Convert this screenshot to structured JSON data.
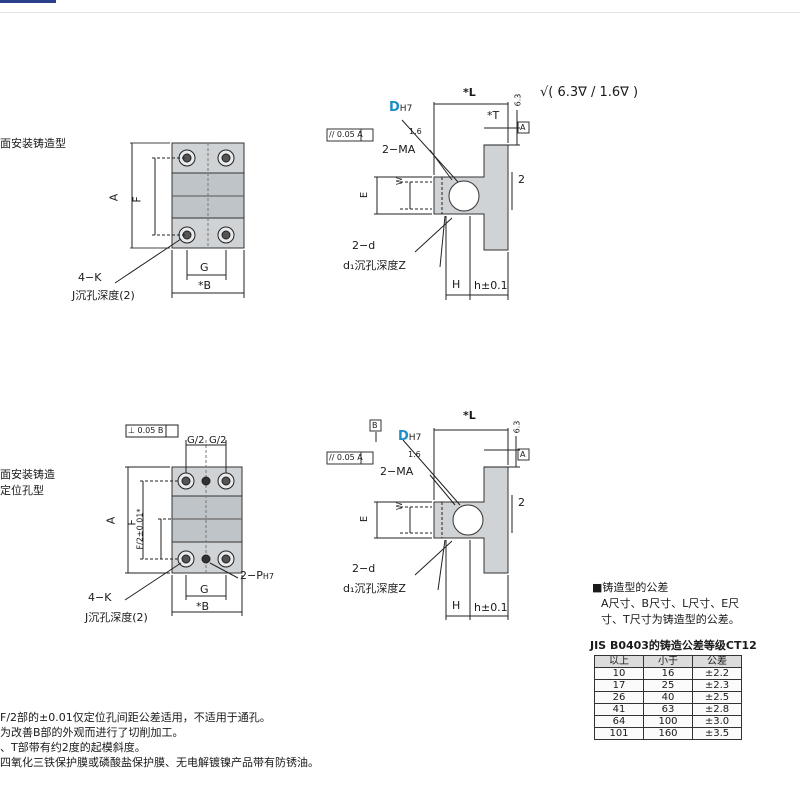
{
  "header": {
    "corner_mark": "ˇ"
  },
  "section1": {
    "title": "面安装铸造型",
    "front": {
      "A": "A",
      "F": "F",
      "G": "G",
      "B": "*B",
      "holes": "4−K",
      "counterbore": "J沉孔深度(2)"
    },
    "side": {
      "D": "D",
      "D_tol": "H7",
      "L": "*L",
      "T": "*T",
      "T_tol": "6.3",
      "flatness": "// 0.05 A",
      "datum": "A",
      "roughness": "1.6",
      "mount": "2−MA",
      "E": "E",
      "W": "W",
      "angle": "2",
      "d": "2−d",
      "d1": "d₁沉孔深度Z",
      "H": "H",
      "h": "h±0.1"
    },
    "surface_finish": "√( 6.3∇ / 1.6∇ )"
  },
  "section2": {
    "title_line1": "面安装铸造",
    "title_line2": "定位孔型",
    "front": {
      "perp": "⊥ 0.05 B",
      "G2a": "G/2",
      "G2b": "G/2",
      "A": "A",
      "F": "F",
      "F2": "F/2±0.01*",
      "G": "G",
      "B": "*B",
      "P": "2−P",
      "P_tol": "H7",
      "holes": "4−K",
      "counterbore": "J沉孔深度(2)"
    },
    "side": {
      "datumB": "B",
      "D": "D",
      "D_tol": "H7",
      "L": "*L",
      "T_tol": "6.3",
      "flatness": "// 0.05 A",
      "datum": "A",
      "roughness": "1.6",
      "mount": "2−MA",
      "E": "E",
      "W": "W",
      "angle": "2",
      "d": "2−d",
      "d1": "d₁沉孔深度Z",
      "H": "H",
      "h": "h±0.1"
    }
  },
  "tolerance": {
    "heading": "■铸造型的公差",
    "desc1": "A尺寸、B尺寸、L尺寸、E尺",
    "desc2": "寸、T尺寸为铸造型的公差。",
    "standard": "JIS B0403的铸造公差等级CT12",
    "columns": [
      "以上",
      "小于",
      "公差"
    ],
    "rows": [
      [
        "10",
        "16",
        "±2.2"
      ],
      [
        "17",
        "25",
        "±2.3"
      ],
      [
        "26",
        "40",
        "±2.5"
      ],
      [
        "41",
        "63",
        "±2.8"
      ],
      [
        "64",
        "100",
        "±3.0"
      ],
      [
        "101",
        "160",
        "±3.5"
      ]
    ]
  },
  "notes": [
    "F/2部的±0.01仅定位孔间距公差适用，不适用于通孔。",
    "为改善B部的外观而进行了切削加工。",
    "、T部带有约2度的起模斜度。",
    "四氧化三铁保护膜或磷酸盐保护膜、无电解镀镍产品带有防锈油。"
  ]
}
